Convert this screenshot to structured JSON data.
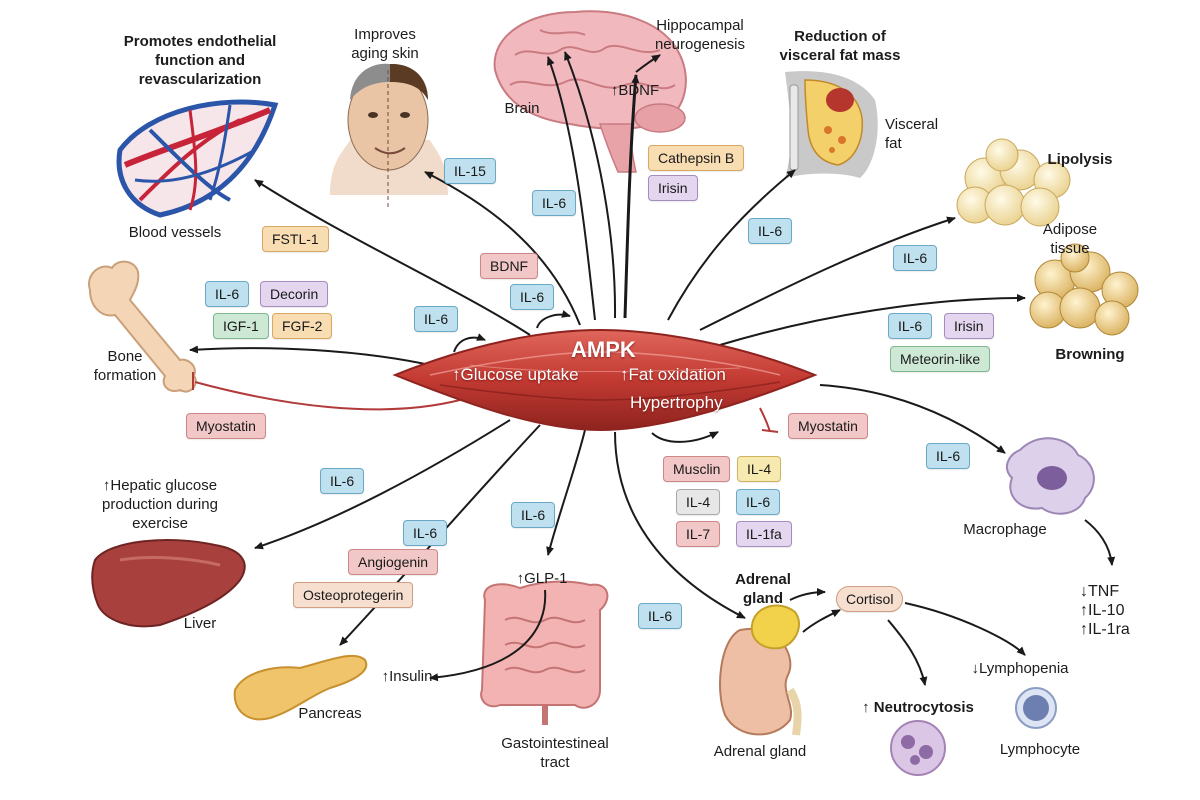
{
  "muscle": {
    "title": "AMPK",
    "line1_left": "↑Glucose uptake",
    "line1_right": "↑Fat oxidation",
    "line2": "Hypertrophy"
  },
  "targets": {
    "blood_vessels": {
      "heading": "Promotes endothelial\nfunction and\nrevascularization",
      "label": "Blood vessels"
    },
    "skin": {
      "heading": "Improves\naging skin"
    },
    "brain": {
      "label": "Brain",
      "heading": "Hippocampal\nneurogenesis",
      "sub": "↑BDNF"
    },
    "visceral": {
      "heading": "Reduction of\nvisceral fat mass",
      "label": "Visceral\nfat"
    },
    "adipose": {
      "lipolysis": "Lipolysis",
      "label": "Adipose\ntissue",
      "browning": "Browning"
    },
    "bone": {
      "label": "Bone\nformation"
    },
    "macrophage": {
      "label": "Macrophage",
      "effects": "↓TNF\n↑IL-10\n↑IL-1ra"
    },
    "liver": {
      "heading": "↑Hepatic glucose\nproduction during\nexercise",
      "label": "Liver"
    },
    "pancreas": {
      "label": "Pancreas",
      "insulin": "↑Insulin"
    },
    "gut": {
      "glp": "↑GLP-1",
      "label": "Gastointestineal\ntract"
    },
    "adrenal": {
      "heading": "Adrenal\ngland",
      "label": "Adrenal gland",
      "cortisol": "Cortisol"
    },
    "immune": {
      "lymphopenia": "↓Lymphopenia",
      "neutrocytosis": "↑ Neutrocytosis",
      "lymphocyte": "Lymphocyte"
    }
  },
  "chips": {
    "il15": "IL-15",
    "il6_brain": "IL-6",
    "cathepsin": "Cathepsin B",
    "irisin_brain": "Irisin",
    "fstl1": "FSTL-1",
    "bdnf": "BDNF",
    "il6_center": "IL-6",
    "il6_visceral": "IL-6",
    "il6_lipolysis": "IL-6",
    "il6_bone": "IL-6",
    "decorin": "Decorin",
    "igf1": "IGF-1",
    "fgf2": "FGF-2",
    "il6_auto": "IL-6",
    "il6_brown": "IL-6",
    "irisin_brown": "Irisin",
    "meteorin": "Meteorin-like",
    "myostatin_left": "Myostatin",
    "myostatin_right": "Myostatin",
    "il6_macro": "IL-6",
    "musclin": "Musclin",
    "il4_a": "IL-4",
    "il4_b": "IL-4",
    "il6_grid": "IL-6",
    "il7": "IL-7",
    "il1fa": "IL-1fa",
    "il6_liver": "IL-6",
    "il6_gut": "IL-6",
    "il6_pancreas": "IL-6",
    "angiogenin": "Angiogenin",
    "osteoprotegerin": "Osteoprotegerin",
    "il6_adrenal": "IL-6"
  },
  "colors": {
    "muscle": "#c8403a",
    "muscle_dark": "#8e231f",
    "arrow": "#1a1a1a",
    "inhibit": "#b23a3a"
  }
}
